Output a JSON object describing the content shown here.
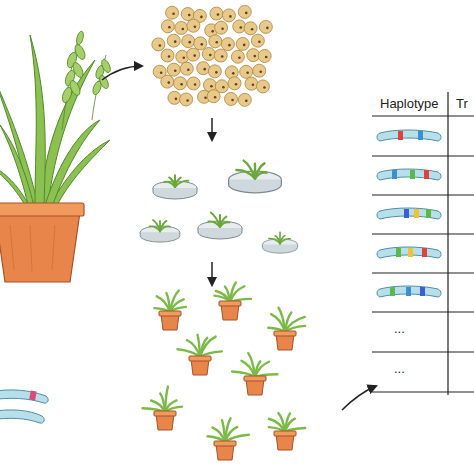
{
  "diagram": {
    "labels": [
      "Haplotype",
      "Tr",
      "...",
      "..."
    ]
  }
}
